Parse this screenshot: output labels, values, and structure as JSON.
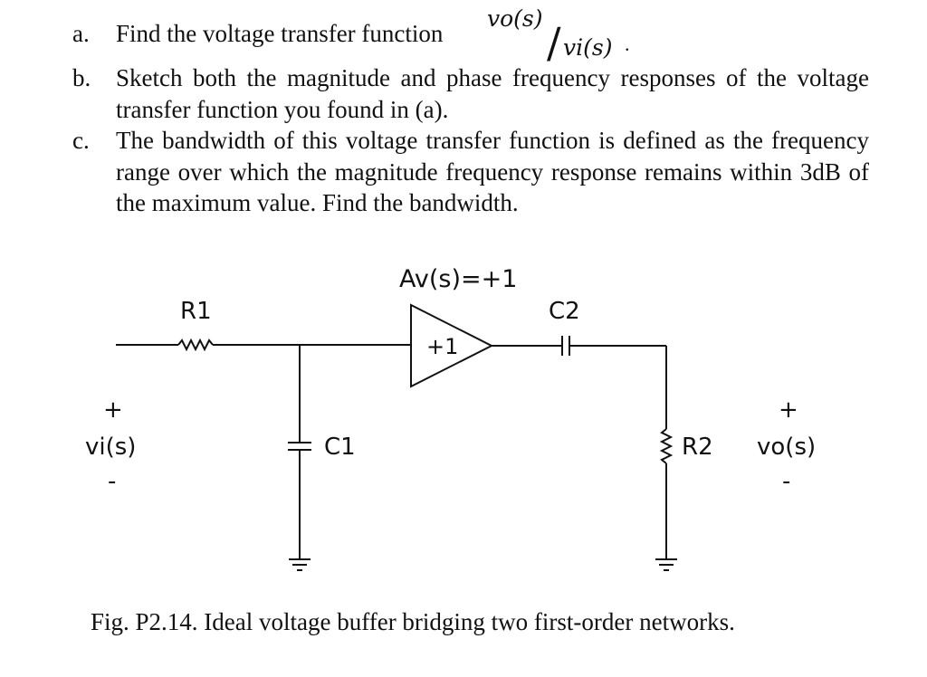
{
  "questions": [
    {
      "letter": "a.",
      "text": "Find the voltage transfer function",
      "num": "vo(s)",
      "den": "vi(s)",
      "suffix": "."
    },
    {
      "letter": "b.",
      "text": "Sketch both the magnitude and phase frequency responses of the voltage transfer function you found in (a)."
    },
    {
      "letter": "c.",
      "text": "The bandwidth of this voltage transfer function is defined as the frequency range over which the magnitude frequency response remains within 3dB of the maximum value. Find the bandwidth."
    }
  ],
  "circuit": {
    "gain_label": "Av(s)=+1",
    "buffer_label": "+1",
    "r1": "R1",
    "c1": "C1",
    "c2": "C2",
    "r2": "R2",
    "vin_plus": "+",
    "vin": "vi(s)",
    "vin_minus": "-",
    "vout_plus": "+",
    "vout": "vo(s)",
    "vout_minus": "-"
  },
  "caption": "Fig. P2.14. Ideal voltage buffer bridging two first-order networks."
}
